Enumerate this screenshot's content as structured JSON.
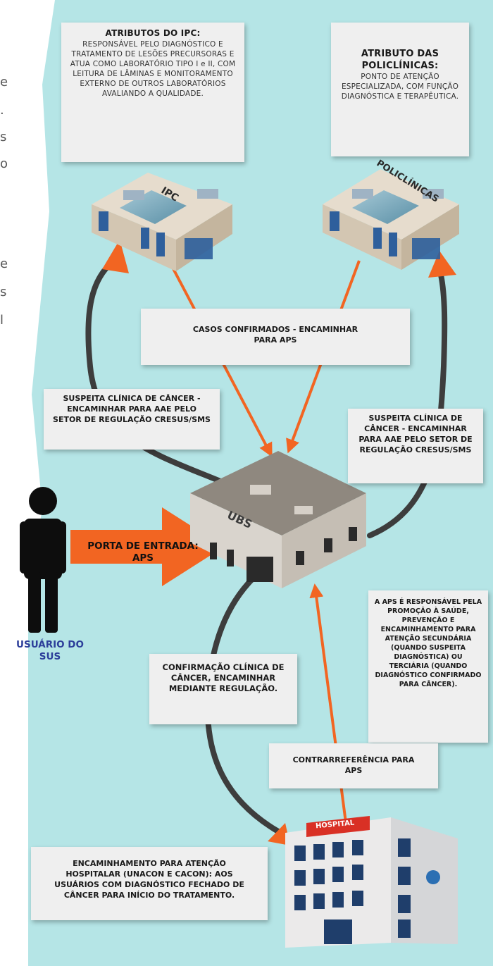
{
  "left_strip_fragments": [
    "e",
    ".",
    "s",
    "o",
    "e",
    "s",
    "l"
  ],
  "boxes": {
    "ipc": {
      "title": "ATRIBUTOS DO IPC:",
      "body": "RESPONSÁVEL PELO DIAGNÓSTICO E TRATAMENTO DE LESÕES PRECURSORAS E ATUA COMO LABORATÓRIO TIPO I e II, COM LEITURA DE LÂMINAS E MONITORAMENTO EXTERNO DE OUTROS LABORATÓRIOS AVALIANDO A QUALIDADE."
    },
    "policlinicas": {
      "title": "ATRIBUTO DAS POLICLÍNICAS:",
      "body": "PONTO DE ATENÇÃO ESPECIALIZADA, COM FUNÇÃO DIAGNÓSTICA E TERAPÊUTICA."
    },
    "casos_confirmados": "CASOS CONFIRMADOS - ENCAMINHAR PARA APS",
    "suspeita_left": "SUSPEITA CLÍNICA DE CÂNCER - ENCAMINHAR PARA AAE PELO SETOR DE REGULAÇÃO CRESUS/SMS",
    "suspeita_right": "SUSPEITA CLÍNICA DE CÂNCER - ENCAMINHAR PARA AAE PELO SETOR DE REGULAÇÃO CRESUS/SMS",
    "aps_responsavel": "A APS É RESPONSÁVEL PELA PROMOÇÃO À SAÚDE, PREVENÇÃO E ENCAMINHAMENTO PARA ATENÇÃO SECUNDÁRIA (QUANDO SUSPEITA DIAGNÓSTICA) OU TERCIÁRIA (QUANDO DIAGNÓSTICO CONFIRMADO PARA CÂNCER).",
    "confirmacao": "CONFIRMAÇÃO CLÍNICA DE CÂNCER, ENCAMINHAR MEDIANTE REGULAÇÃO.",
    "contrarreferencia": "CONTRARREFERÊNCIA PARA APS",
    "hospitalar": "ENCAMINHAMENTO PARA ATENÇÃO HOSPITALAR (UNACON E CACON): AOS USUÁRIOS COM DIAGNÓSTICO FECHADO DE CÂNCER PARA INÍCIO DO TRATAMENTO."
  },
  "building_labels": {
    "ipc": "IPC",
    "policlinicas": "POLICLÍNICAS",
    "ubs": "UBS",
    "hospital": "HOSPITAL"
  },
  "entry_arrow": "PORTA DE ENTRADA: APS",
  "user_label": "USUÁRIO DO SUS",
  "colors": {
    "background": "#b5e5e6",
    "orange": "#f26522",
    "dark_line": "#3d3d3d",
    "box": "#efefef",
    "user_text": "#2c3e9a"
  }
}
